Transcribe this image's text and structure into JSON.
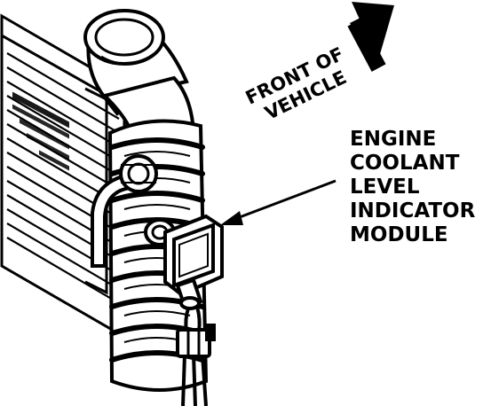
{
  "direction_label": {
    "line1": "FRONT OF",
    "line2": "VEHICLE"
  },
  "component_label": {
    "lines": [
      "ENGINE",
      "COOLANT",
      "LEVEL",
      "INDICATOR",
      "MODULE"
    ]
  },
  "colors": {
    "ink": "#000000",
    "paper": "#ffffff"
  },
  "icons": {
    "direction": "front-direction-arrow-icon"
  }
}
